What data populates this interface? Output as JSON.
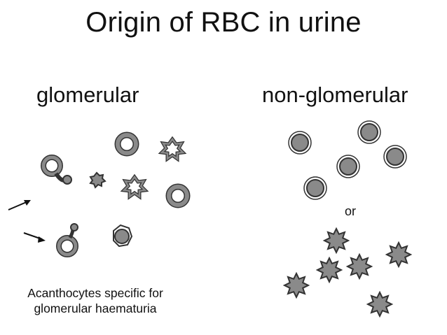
{
  "title": "Origin of RBC in urine",
  "left_panel": {
    "heading": "glomerular",
    "caption_line1": "Acanthocytes specific for",
    "caption_line2": "glomerular haematuria"
  },
  "right_panel": {
    "heading": "non-glomerular",
    "separator": "or"
  },
  "colors": {
    "cell_fill": "#8a8a8a",
    "cell_outline": "#333333",
    "text": "#111111"
  }
}
